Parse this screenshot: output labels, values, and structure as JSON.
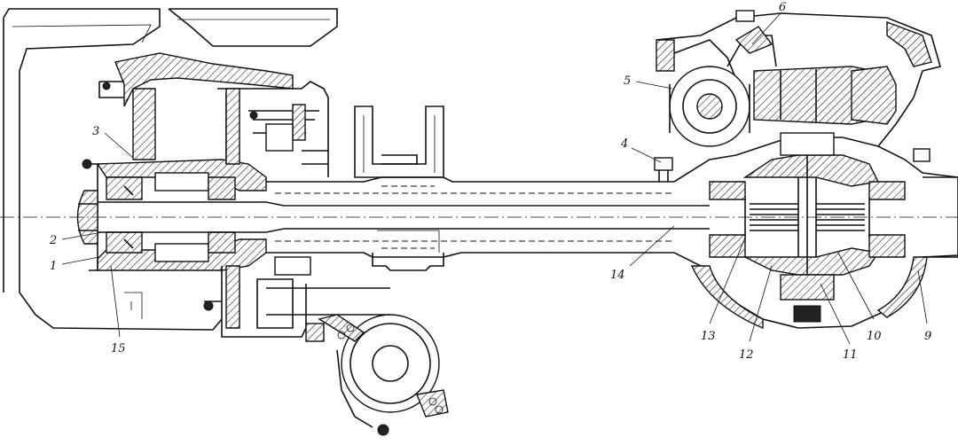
{
  "callouts": [
    {
      "id": "1",
      "text": "1"
    },
    {
      "id": "2",
      "text": "2"
    },
    {
      "id": "3",
      "text": "3"
    },
    {
      "id": "4",
      "text": "4"
    },
    {
      "id": "5",
      "text": "5"
    },
    {
      "id": "6",
      "text": "6"
    },
    {
      "id": "9",
      "text": "9"
    },
    {
      "id": "10",
      "text": "10"
    },
    {
      "id": "11",
      "text": "11"
    },
    {
      "id": "12",
      "text": "12"
    },
    {
      "id": "13",
      "text": "13"
    },
    {
      "id": "14",
      "text": "14"
    },
    {
      "id": "15",
      "text": "15"
    }
  ]
}
